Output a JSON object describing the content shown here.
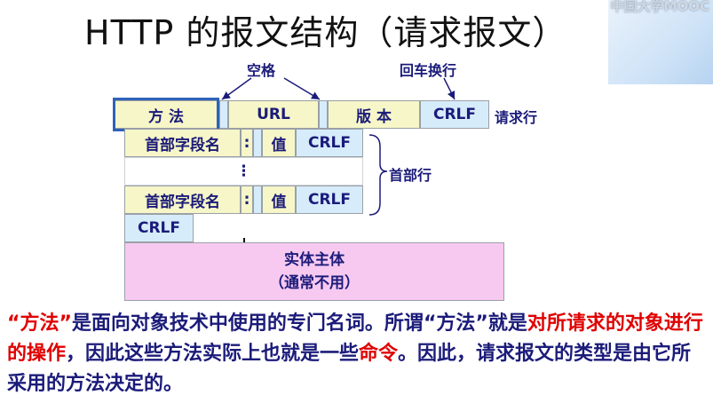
{
  "title": "HTTP 的报文结构（请求报文）",
  "watermark": "中国大学MOOC",
  "labels": {
    "space": "空格",
    "crlf_desc": "回车换行",
    "request_line": "请求行",
    "header_section": "首部行"
  },
  "request_line": {
    "method": "方 法",
    "url": "URL",
    "version": "版 本",
    "crlf": "CRLF"
  },
  "header_row": {
    "field_name": "首部字段名",
    "colon": ":",
    "value": "值",
    "crlf": "CRLF"
  },
  "ellipsis": "⋮",
  "blank_crlf": "CRLF",
  "body_line1": "实体主体",
  "body_line2": "（通常不用）",
  "paragraph": {
    "seg1": "“方法”",
    "seg2": "是面向对象技术中使用的专门名词。所谓",
    "seg3": "“方法”",
    "seg4": "就是",
    "seg5": "对所请求的对象进行的操作",
    "seg6": "，因此这些方法实际上也就是一些",
    "seg7": "命令",
    "seg8": "。因此，请求报文的类型是由它所采用的方法决定的。"
  },
  "colors": {
    "yellow": "#f6f6c8",
    "blue": "#d6ecfb",
    "pink": "#f7c9f0",
    "highlight": "#2f62b8",
    "text": "#1b1b7a",
    "red": "#e00000"
  }
}
